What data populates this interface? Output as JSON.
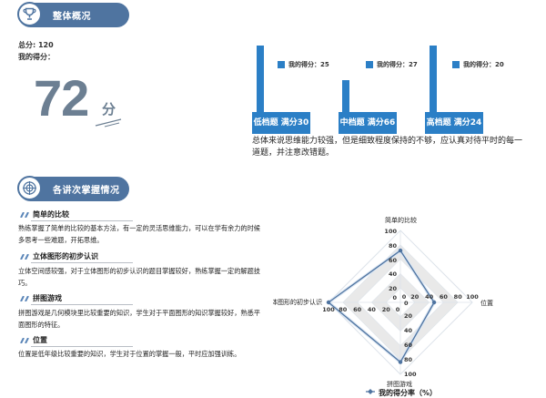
{
  "overview": {
    "badge_title": "整体概况",
    "icon": "trophy-icon",
    "total_label": "总分: 120",
    "my_score_label": "我的得分：",
    "score_value": "72",
    "score_unit": "分"
  },
  "tiers": [
    {
      "label": "低档题 满分30",
      "legend": "我的得分：25",
      "full": 30,
      "score": 25
    },
    {
      "label": "中档题 满分66",
      "legend": "我的得分：27",
      "full": 66,
      "score": 27
    },
    {
      "label": "高档题 满分24",
      "legend": "我的得分：20",
      "full": 24,
      "score": 20
    }
  ],
  "comment": "总体来说思维能力较强，但是细致程度保持的不够，应认真对待平时的每一道题，并注意改错题。",
  "mastery": {
    "badge_title": "各讲次掌握情况",
    "icon": "target-icon",
    "items": [
      {
        "title": "简单的比较",
        "text": "熟练掌握了简单的比较的基本方法，有一定的灵活思维能力，可以在学有余力的时候多思考一些难题，开拓思维。"
      },
      {
        "title": "立体图形的初步认识",
        "text": "立体空间感较强，对于立体图形的初步认识的题目掌握较好，熟练掌握一定的解题技巧。"
      },
      {
        "title": "拼图游戏",
        "text": "拼图游戏是几何模块里比较重要的知识，学生对于平面图形的知识掌握较好，熟悉平面图形的特征。"
      },
      {
        "title": "位置",
        "text": "位置是低年级比较重要的知识，学生对于位置的掌握一般，平时应加强训练。"
      }
    ]
  },
  "chart_data": {
    "type": "radar",
    "title": "",
    "categories": [
      "简单的比较",
      "位置",
      "拼图游戏",
      "立体图形的初步认识"
    ],
    "series": [
      {
        "name": "我的得分率（%）",
        "values": [
          72,
          47,
          83,
          100
        ]
      }
    ],
    "axis_range": [
      0,
      100
    ],
    "ticks": [
      "0",
      "20",
      "40",
      "60",
      "80",
      "100"
    ],
    "legend_position": "bottom",
    "color": "#4f74a0"
  },
  "radar_legend": "我的得分率（%）",
  "colors": {
    "accent": "#2b7fc6",
    "badge": "#4f74a0",
    "score": "#6c7f92"
  }
}
